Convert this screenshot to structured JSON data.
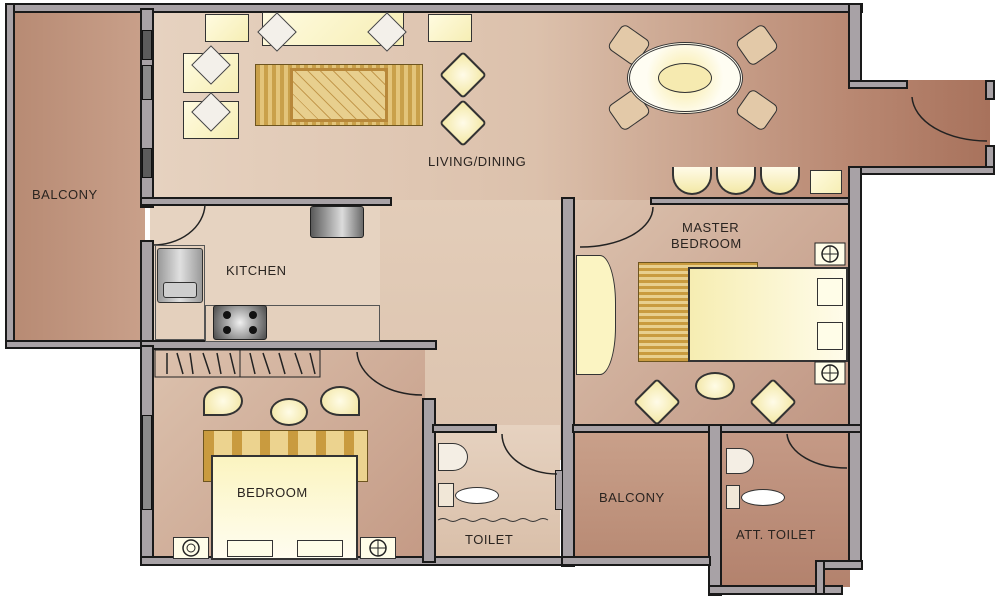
{
  "floor_plan": {
    "type": "2BHK apartment floor plan",
    "rooms": [
      {
        "id": "balcony_west",
        "label": "BALCONY"
      },
      {
        "id": "living_dining",
        "label": "LIVING/DINING"
      },
      {
        "id": "kitchen",
        "label": "KITCHEN"
      },
      {
        "id": "master_bedroom",
        "label": "MASTER\nBEDROOM",
        "label_line1": "MASTER",
        "label_line2": "BEDROOM"
      },
      {
        "id": "bedroom",
        "label": "BEDROOM"
      },
      {
        "id": "toilet",
        "label": "TOILET"
      },
      {
        "id": "balcony_south",
        "label": "BALCONY"
      },
      {
        "id": "att_toilet",
        "label": "ATT. TOILET"
      }
    ],
    "colors": {
      "floor_light": "#e8d4c4",
      "floor_dark": "#b98a72",
      "wall": "#a8a2a6",
      "wall_outline": "#1a1a1a",
      "furniture": "#f8f0c0",
      "label": "#2a2420"
    }
  }
}
